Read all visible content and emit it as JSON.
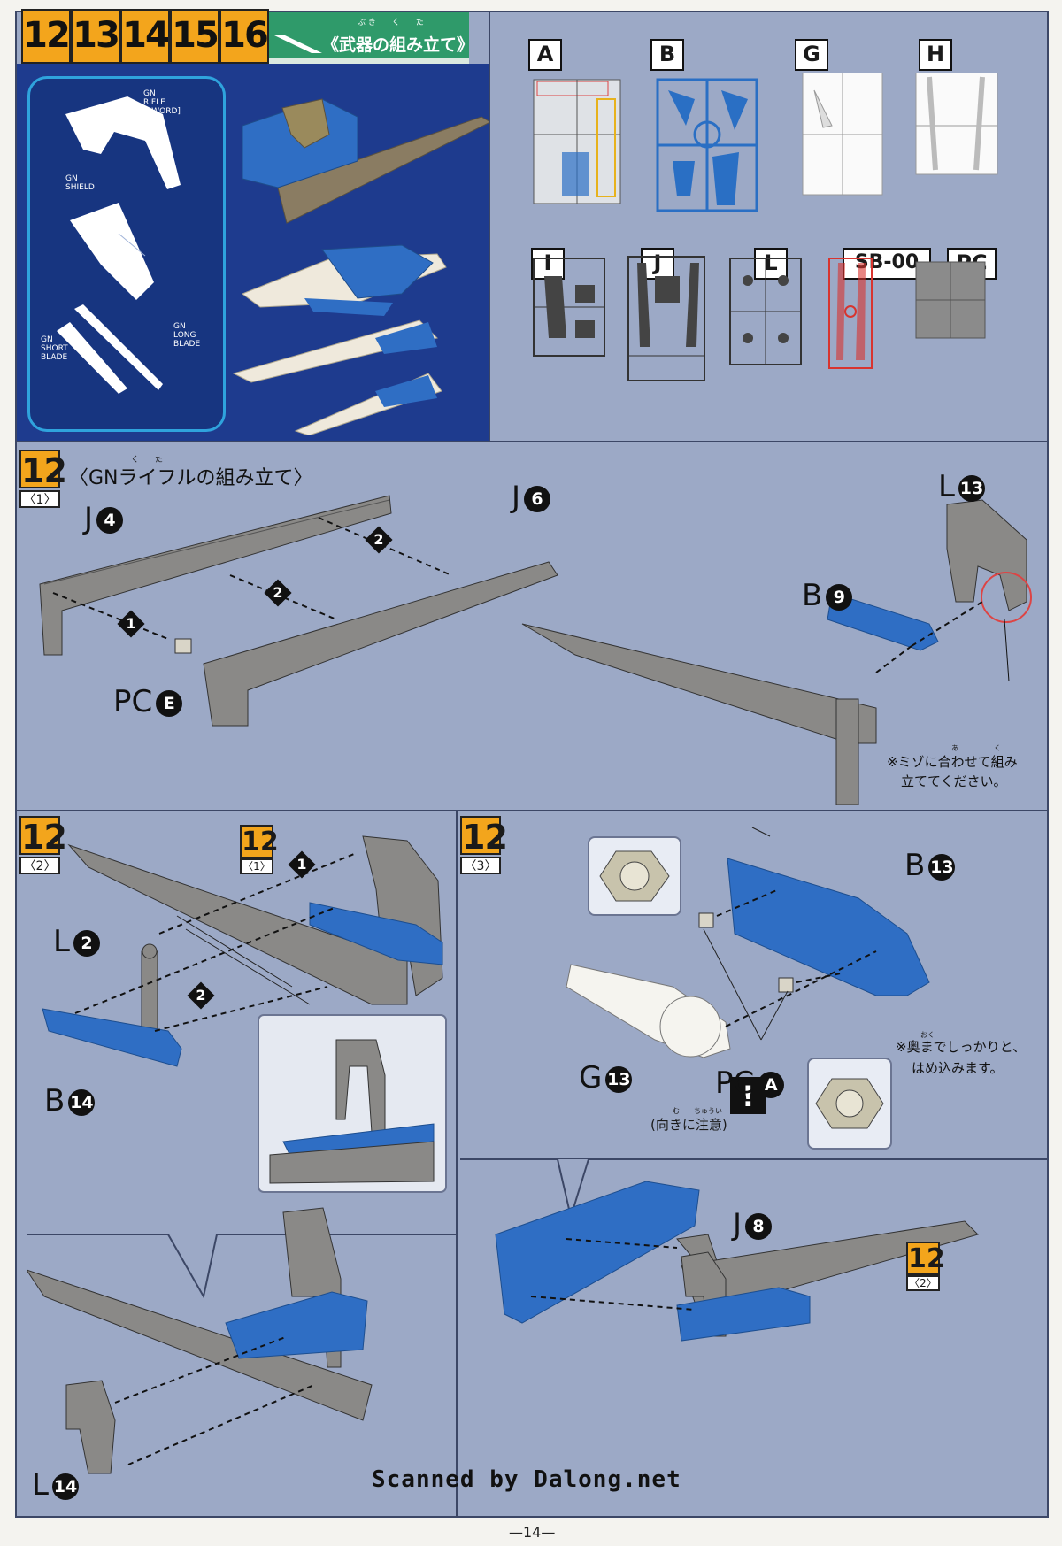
{
  "header": {
    "steps": [
      "12",
      "13",
      "14",
      "15",
      "16"
    ],
    "title_ruby": "ぶ き　　く　　た",
    "title": "《武器の組み立て》"
  },
  "weapons_panel": {
    "labels": {
      "rifle": "GN\nRIFLE\n[SWORD]",
      "shield": "GN\nSHIELD",
      "short_blade": "GN\nSHORT\nBLADE",
      "long_blade": "GN\nLONG\nBLADE"
    }
  },
  "runners": [
    "A",
    "B",
    "G",
    "H",
    "I",
    "J",
    "L",
    "SB-00",
    "PC"
  ],
  "runner_colors": {
    "A": "#e8e8e8",
    "B": "#2a6fc4",
    "G": "#f5f5f5",
    "H": "#f5f5f5",
    "I": "#4a4a4a",
    "J": "#4a4a4a",
    "L": "#4a4a4a",
    "SB-00": "#d8342e",
    "PC": "#6b6b6b"
  },
  "step12_1": {
    "step": "12",
    "sub": "〈1〉",
    "title": "〈GNライフルの組み立て〉",
    "ruby": "く　　た",
    "parts": {
      "j4": {
        "letter": "J",
        "num": "4"
      },
      "j6": {
        "letter": "J",
        "num": "6"
      },
      "pce": {
        "letter": "PC",
        "num": "E"
      },
      "b9": {
        "letter": "B",
        "num": "9"
      },
      "l13": {
        "letter": "L",
        "num": "13"
      }
    },
    "arrows": [
      "1",
      "2",
      "2"
    ],
    "note_line1": "※ミゾに合わせて組み",
    "note_line2": "立ててください。",
    "note_ruby": "あ　　　　　く"
  },
  "step12_2": {
    "step": "12",
    "sub": "〈2〉",
    "ref_step": "12",
    "ref_sub": "〈1〉",
    "parts": {
      "l2": {
        "letter": "L",
        "num": "2"
      },
      "b14": {
        "letter": "B",
        "num": "14"
      },
      "l14": {
        "letter": "L",
        "num": "14"
      }
    },
    "arrows": [
      "1",
      "2"
    ]
  },
  "step12_3": {
    "step": "12",
    "sub": "〈3〉",
    "parts": {
      "b13": {
        "letter": "B",
        "num": "13"
      },
      "g13": {
        "letter": "G",
        "num": "13"
      },
      "pca": {
        "letter": "PC",
        "num": "A"
      },
      "j8": {
        "letter": "J",
        "num": "8"
      }
    },
    "caution": "(向きに注意)",
    "caution_ruby": "む　　ちゅうい",
    "note_line1": "※奥までしっかりと、",
    "note_line2": "はめ込みます。",
    "note_ruby": "おく",
    "ref_step": "12",
    "ref_sub": "〈2〉"
  },
  "footer": {
    "scan": "Scanned by Dalong.net",
    "page": "—14—"
  }
}
